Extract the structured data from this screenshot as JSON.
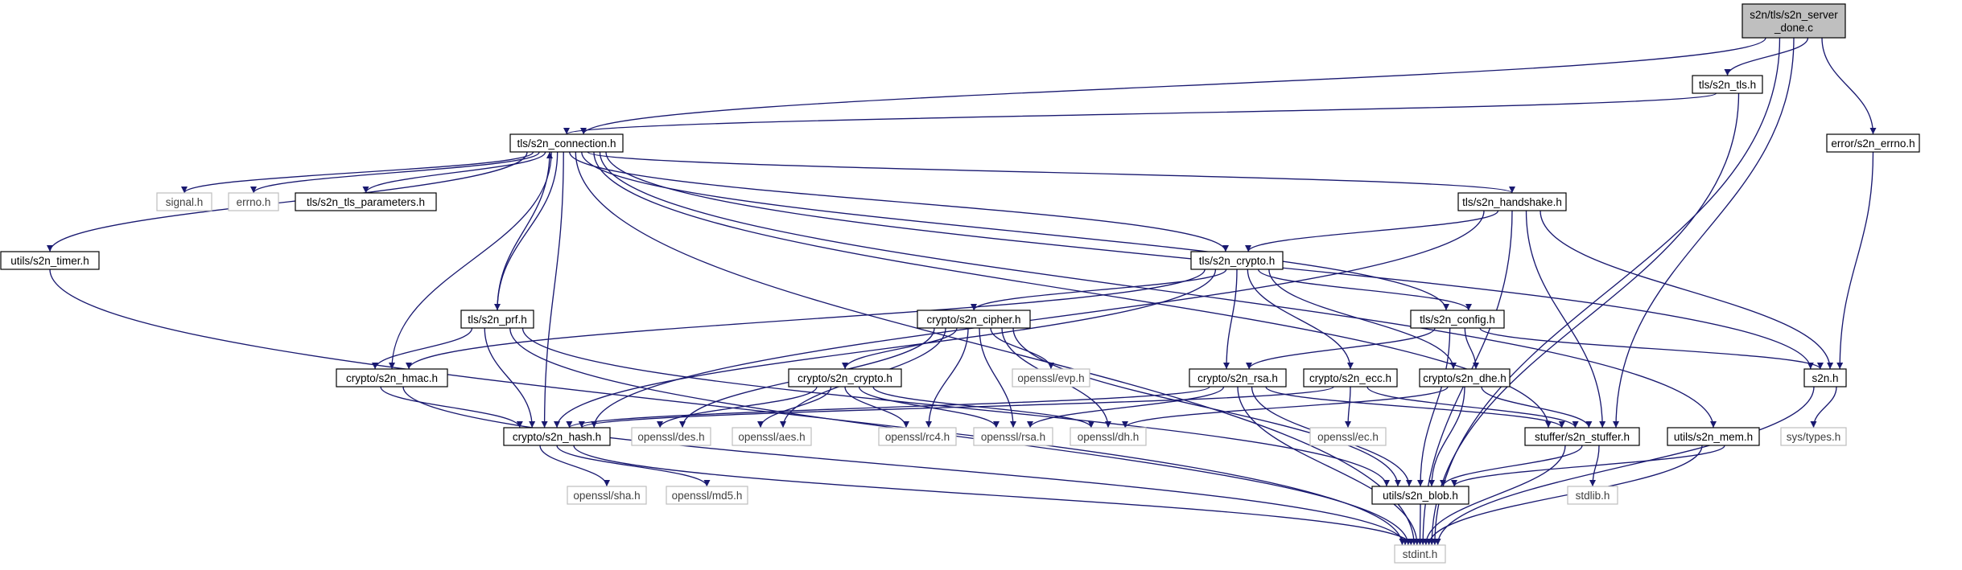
{
  "graph": {
    "colors": {
      "edge": "#191970",
      "root_fill": "#bfbfbf",
      "node_border": "#000000",
      "system_border": "#bfbfbf",
      "text": "#000000",
      "system_text": "#404040"
    },
    "nodes": [
      {
        "id": "root",
        "label": "s2n/tls/s2n_server\n_done.c",
        "kind": "root"
      },
      {
        "id": "tls_tls",
        "label": "tls/s2n_tls.h",
        "kind": "local"
      },
      {
        "id": "errno_h",
        "label": "error/s2n_errno.h",
        "kind": "local"
      },
      {
        "id": "conn",
        "label": "tls/s2n_connection.h",
        "kind": "local"
      },
      {
        "id": "signal",
        "label": "signal.h",
        "kind": "system"
      },
      {
        "id": "errnoh",
        "label": "errno.h",
        "kind": "system"
      },
      {
        "id": "tlsparams",
        "label": "tls/s2n_tls_parameters.h",
        "kind": "local"
      },
      {
        "id": "handshake",
        "label": "tls/s2n_handshake.h",
        "kind": "local"
      },
      {
        "id": "timer",
        "label": "utils/s2n_timer.h",
        "kind": "local"
      },
      {
        "id": "tlscrypto",
        "label": "tls/s2n_crypto.h",
        "kind": "local"
      },
      {
        "id": "prf",
        "label": "tls/s2n_prf.h",
        "kind": "local"
      },
      {
        "id": "cipher",
        "label": "crypto/s2n_cipher.h",
        "kind": "local"
      },
      {
        "id": "config",
        "label": "tls/s2n_config.h",
        "kind": "local"
      },
      {
        "id": "hmac",
        "label": "crypto/s2n_hmac.h",
        "kind": "local"
      },
      {
        "id": "evp",
        "label": "openssl/evp.h",
        "kind": "system"
      },
      {
        "id": "ccrypto",
        "label": "crypto/s2n_crypto.h",
        "kind": "local"
      },
      {
        "id": "rsa",
        "label": "crypto/s2n_rsa.h",
        "kind": "local"
      },
      {
        "id": "ecc",
        "label": "crypto/s2n_ecc.h",
        "kind": "local"
      },
      {
        "id": "dhe",
        "label": "crypto/s2n_dhe.h",
        "kind": "local"
      },
      {
        "id": "s2n",
        "label": "s2n.h",
        "kind": "local"
      },
      {
        "id": "hash",
        "label": "crypto/s2n_hash.h",
        "kind": "local"
      },
      {
        "id": "des",
        "label": "openssl/des.h",
        "kind": "system"
      },
      {
        "id": "aes",
        "label": "openssl/aes.h",
        "kind": "system"
      },
      {
        "id": "rc4",
        "label": "openssl/rc4.h",
        "kind": "system"
      },
      {
        "id": "orsa",
        "label": "openssl/rsa.h",
        "kind": "system"
      },
      {
        "id": "dh",
        "label": "openssl/dh.h",
        "kind": "system"
      },
      {
        "id": "ec",
        "label": "openssl/ec.h",
        "kind": "system"
      },
      {
        "id": "stuffer",
        "label": "stuffer/s2n_stuffer.h",
        "kind": "local"
      },
      {
        "id": "mem",
        "label": "utils/s2n_mem.h",
        "kind": "local"
      },
      {
        "id": "systypes",
        "label": "sys/types.h",
        "kind": "system"
      },
      {
        "id": "sha",
        "label": "openssl/sha.h",
        "kind": "system"
      },
      {
        "id": "md5",
        "label": "openssl/md5.h",
        "kind": "system"
      },
      {
        "id": "blob",
        "label": "utils/s2n_blob.h",
        "kind": "local"
      },
      {
        "id": "stdlib",
        "label": "stdlib.h",
        "kind": "system"
      },
      {
        "id": "stdint",
        "label": "stdint.h",
        "kind": "system"
      }
    ],
    "edges": [
      [
        "root",
        "tls_tls"
      ],
      [
        "root",
        "errno_h"
      ],
      [
        "root",
        "conn"
      ],
      [
        "root",
        "stuffer"
      ],
      [
        "root",
        "stdint"
      ],
      [
        "tls_tls",
        "conn"
      ],
      [
        "tls_tls",
        "stdint"
      ],
      [
        "errno_h",
        "s2n"
      ],
      [
        "conn",
        "signal"
      ],
      [
        "conn",
        "errnoh"
      ],
      [
        "conn",
        "tlsparams"
      ],
      [
        "conn",
        "handshake"
      ],
      [
        "conn",
        "timer"
      ],
      [
        "conn",
        "tlscrypto"
      ],
      [
        "conn",
        "prf"
      ],
      [
        "conn",
        "config"
      ],
      [
        "conn",
        "hmac"
      ],
      [
        "conn",
        "hash"
      ],
      [
        "conn",
        "s2n"
      ],
      [
        "conn",
        "stuffer"
      ],
      [
        "conn",
        "mem"
      ],
      [
        "conn",
        "stdint"
      ],
      [
        "handshake",
        "tlscrypto"
      ],
      [
        "handshake",
        "hash"
      ],
      [
        "handshake",
        "s2n"
      ],
      [
        "handshake",
        "stuffer"
      ],
      [
        "handshake",
        "stdint"
      ],
      [
        "timer",
        "stdint"
      ],
      [
        "tlscrypto",
        "cipher"
      ],
      [
        "tlscrypto",
        "config"
      ],
      [
        "tlscrypto",
        "hmac"
      ],
      [
        "tlscrypto",
        "hash"
      ],
      [
        "tlscrypto",
        "rsa"
      ],
      [
        "tlscrypto",
        "ecc"
      ],
      [
        "tlscrypto",
        "dhe"
      ],
      [
        "prf",
        "conn"
      ],
      [
        "prf",
        "hmac"
      ],
      [
        "prf",
        "hash"
      ],
      [
        "prf",
        "blob"
      ],
      [
        "prf",
        "stdint"
      ],
      [
        "cipher",
        "evp"
      ],
      [
        "cipher",
        "ccrypto"
      ],
      [
        "cipher",
        "des"
      ],
      [
        "cipher",
        "aes"
      ],
      [
        "cipher",
        "rc4"
      ],
      [
        "cipher",
        "orsa"
      ],
      [
        "cipher",
        "dh"
      ],
      [
        "cipher",
        "blob"
      ],
      [
        "config",
        "rsa"
      ],
      [
        "config",
        "dhe"
      ],
      [
        "config",
        "s2n"
      ],
      [
        "config",
        "blob"
      ],
      [
        "hmac",
        "hash"
      ],
      [
        "hmac",
        "stdint"
      ],
      [
        "ccrypto",
        "des"
      ],
      [
        "ccrypto",
        "aes"
      ],
      [
        "ccrypto",
        "rc4"
      ],
      [
        "ccrypto",
        "orsa"
      ],
      [
        "ccrypto",
        "dh"
      ],
      [
        "rsa",
        "hash"
      ],
      [
        "rsa",
        "orsa"
      ],
      [
        "rsa",
        "stuffer"
      ],
      [
        "rsa",
        "blob"
      ],
      [
        "rsa",
        "stdint"
      ],
      [
        "ecc",
        "hash"
      ],
      [
        "ecc",
        "ec"
      ],
      [
        "ecc",
        "stuffer"
      ],
      [
        "dhe",
        "dh"
      ],
      [
        "dhe",
        "stuffer"
      ],
      [
        "dhe",
        "blob"
      ],
      [
        "s2n",
        "systypes"
      ],
      [
        "s2n",
        "stdint"
      ],
      [
        "hash",
        "sha"
      ],
      [
        "hash",
        "md5"
      ],
      [
        "hash",
        "stdint"
      ],
      [
        "stuffer",
        "blob"
      ],
      [
        "stuffer",
        "stdlib"
      ],
      [
        "stuffer",
        "stdint"
      ],
      [
        "mem",
        "blob"
      ],
      [
        "mem",
        "stdint"
      ],
      [
        "blob",
        "stdint"
      ]
    ]
  }
}
